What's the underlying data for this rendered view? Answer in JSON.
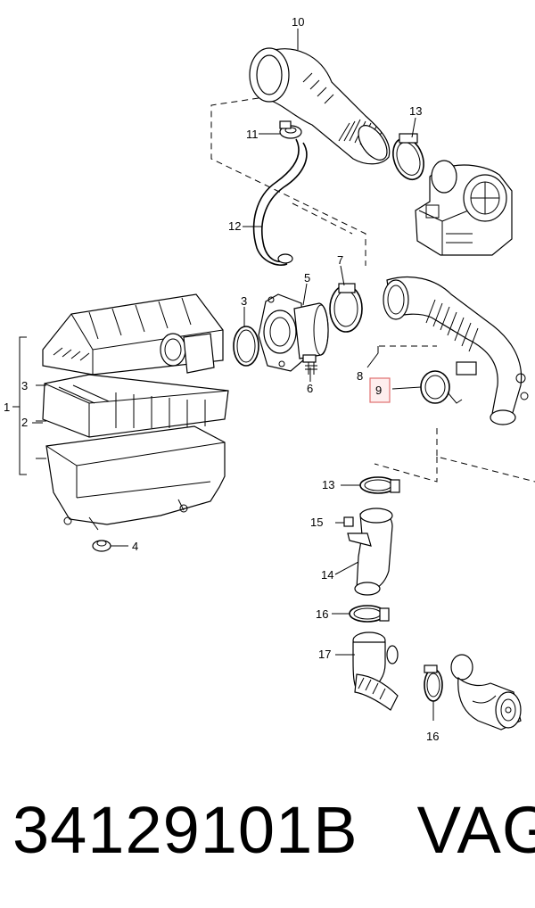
{
  "diagram": {
    "callouts": [
      "10",
      "11",
      "12",
      "13",
      "7",
      "5",
      "3",
      "8",
      "9",
      "1",
      "2",
      "3",
      "4",
      "6",
      "13",
      "15",
      "14",
      "16",
      "17",
      "16"
    ],
    "highlight_color": "#e07070"
  },
  "footer": {
    "part_number": "34129101B",
    "brand": "VAG"
  }
}
